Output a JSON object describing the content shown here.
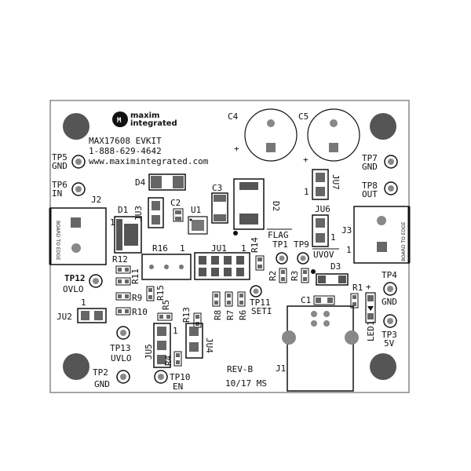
{
  "brand": {
    "logo_line1": "maxim",
    "logo_line2": "integrated",
    "model": "MAX17608 EVKIT",
    "phone": "1-888-629-4642",
    "website": "www.maximintegrated.com"
  },
  "revision": {
    "rev": "REV-B",
    "date": "10/17 MS"
  },
  "edge_label": "BOARD TO EDGE",
  "testpoints": {
    "tp5": "TP5",
    "tp5_net": "GND",
    "tp6": "TP6",
    "tp6_net": "IN",
    "tp7": "TP7",
    "tp7_net": "GND",
    "tp8": "TP8",
    "tp8_net": "OUT",
    "tp1": "TP1",
    "tp9": "TP9",
    "tp9_net": "UVOV",
    "tp12": "TP12",
    "tp12_net": "OVLO",
    "tp11": "TP11",
    "tp11_net": "SETI",
    "tp4": "TP4",
    "tp4_net": "GND",
    "tp3": "TP3",
    "tp3_net": "5V",
    "tp13": "TP13",
    "tp13_net": "UVLO",
    "tp2": "TP2",
    "tp2_net": "GND",
    "tp10": "TP10",
    "tp10_net": "EN"
  },
  "refdes": {
    "c4": "C4",
    "c5": "C5",
    "d4": "D4",
    "c3": "C3",
    "d2": "D2",
    "ju3": "JU3",
    "c2": "C2",
    "u1": "U1",
    "d1": "D1",
    "j2": "J2",
    "ju7": "JU7",
    "ju6": "JU6",
    "j3": "J3",
    "flag": "FLAG",
    "r16": "R16",
    "ju1": "JU1",
    "r14": "R14",
    "r12": "R12",
    "r11": "R11",
    "r9": "R9",
    "r15": "R15",
    "r10": "R10",
    "r5": "R5",
    "r13": "R13",
    "r8": "R8",
    "r7": "R7",
    "r6": "R6",
    "r2": "R2",
    "r3": "R3",
    "d3": "D3",
    "r1": "R1",
    "c1": "C1",
    "led1": "LED1",
    "ju2": "JU2",
    "ju5": "JU5",
    "ju4": "JU4",
    "r4": "R4",
    "j1": "J1"
  },
  "pin1": "1",
  "plus": "+",
  "colors": {
    "silkscreen": "#111111",
    "board": "#ffffff",
    "outline": "#888888",
    "pad_gray": "#8a8a8a"
  }
}
